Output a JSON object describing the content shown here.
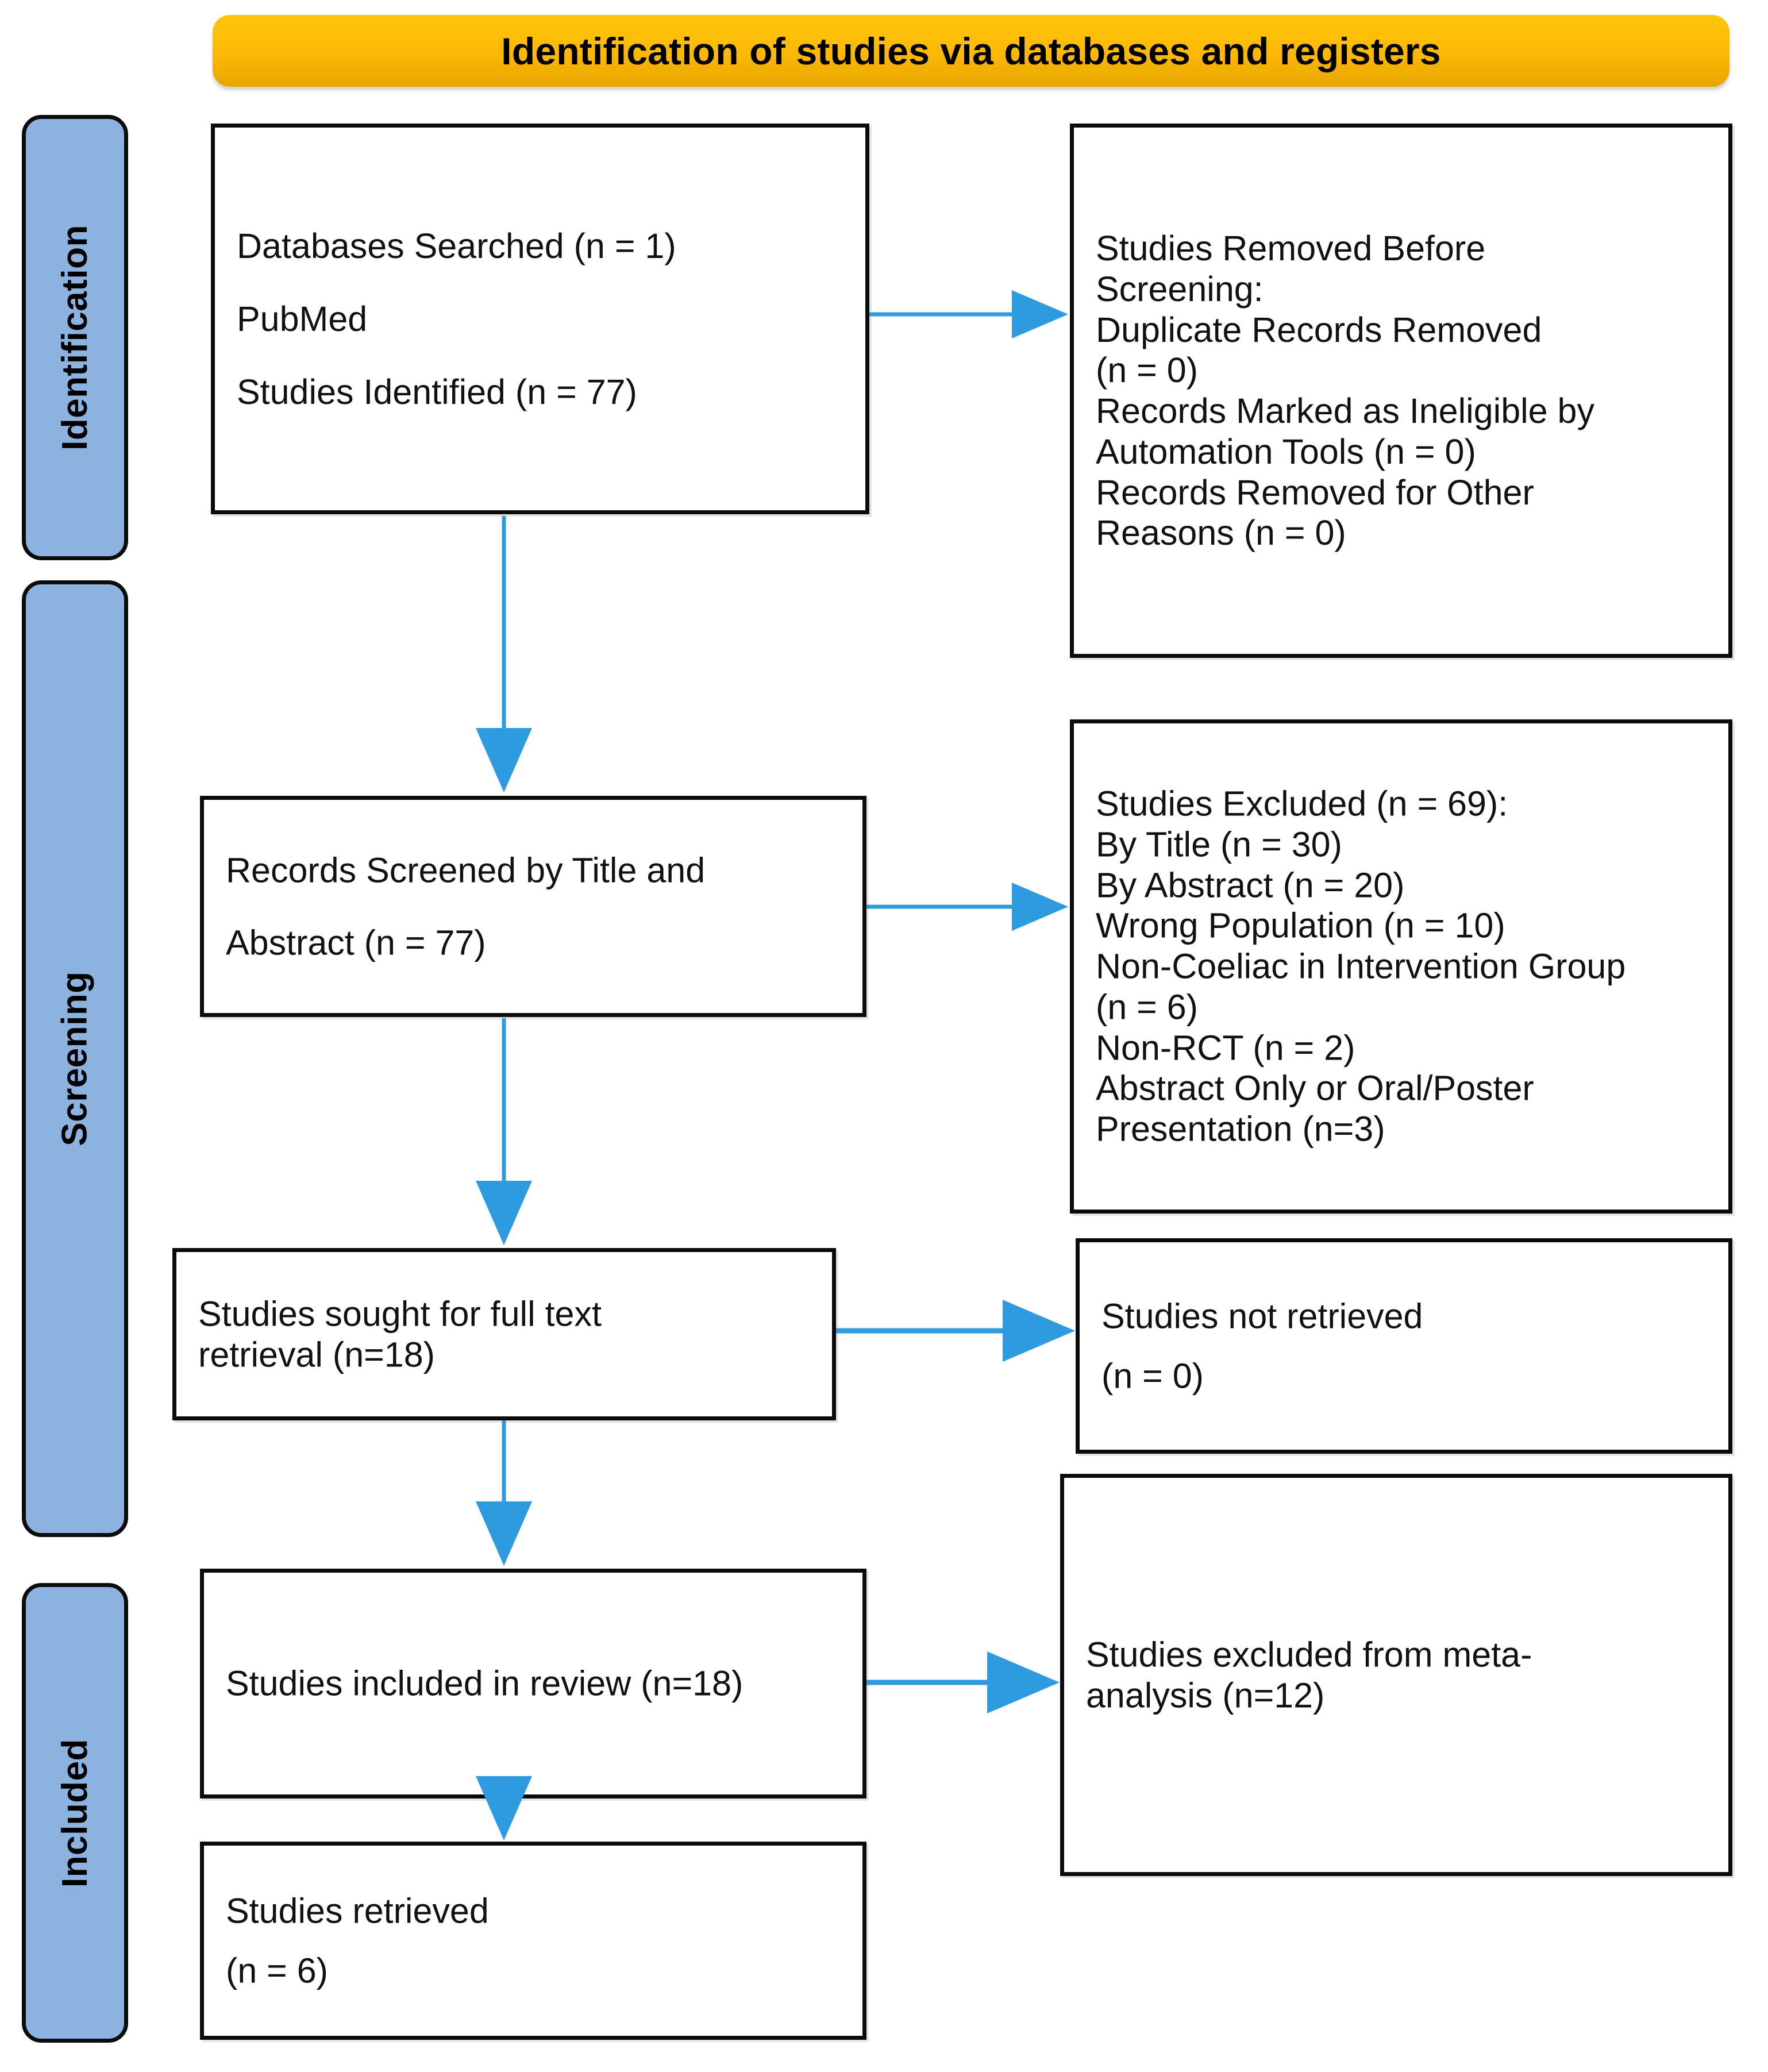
{
  "banner": {
    "title": "Identification of studies via databases and registers",
    "color": "#FBBD08"
  },
  "rails": [
    {
      "label": "Identification"
    },
    {
      "label": "Screening"
    },
    {
      "label": "Included"
    }
  ],
  "boxes": {
    "identification_left": {
      "lines": [
        "Databases Searched (n = 1)",
        "PubMed",
        "Studies Identified (n = 77)"
      ]
    },
    "removed_before_screening": {
      "lines": [
        "Studies Removed Before",
        "Screening:",
        "Duplicate Records Removed",
        "(n = 0)",
        "Records Marked as Ineligible by",
        "Automation Tools (n = 0)",
        "Records Removed for Other",
        "Reasons (n = 0)"
      ]
    },
    "records_screened": {
      "lines": [
        "Records Screened by Title and",
        "Abstract (n = 77)"
      ]
    },
    "studies_excluded": {
      "lines": [
        "Studies Excluded (n = 69):",
        "By Title (n = 30)",
        "By Abstract (n = 20)",
        "Wrong Population (n = 10)",
        "Non-Coeliac in Intervention Group",
        "(n = 6)",
        "Non-RCT (n = 2)",
        "Abstract Only or Oral/Poster",
        "Presentation (n=3)"
      ]
    },
    "sought_full_text": {
      "lines": [
        "Studies sought for full text",
        "retrieval (n=18)"
      ]
    },
    "not_retrieved": {
      "lines": [
        "Studies not retrieved",
        "(n = 0)"
      ]
    },
    "included_in_review": {
      "lines": [
        "Studies included in review (n=18)"
      ]
    },
    "excluded_from_meta": {
      "lines": [
        "Studies excluded from meta-",
        "analysis (n=12)"
      ]
    },
    "studies_retrieved": {
      "lines": [
        "Studies retrieved",
        "(n = 6)"
      ]
    }
  },
  "colors": {
    "arrow": "#2E9BE0",
    "rail_fill": "#8CB3E0",
    "box_border": "#0b0b0b",
    "banner_fill": "#FBBD08"
  }
}
